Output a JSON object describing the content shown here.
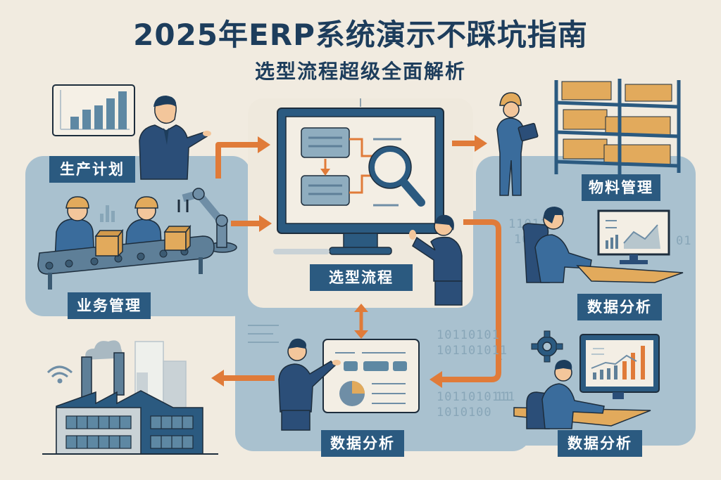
{
  "header": {
    "title": "2025年ERP系统演示不踩坑指南",
    "subtitle": "选型流程超级全面解析"
  },
  "sections": [
    {
      "id": "production-planning",
      "label": "生产计划"
    },
    {
      "id": "business-management",
      "label": "业务管理"
    },
    {
      "id": "selection-process",
      "label": "选型流程"
    },
    {
      "id": "material-management",
      "label": "物料管理"
    },
    {
      "id": "data-analysis-1",
      "label": "数据分析"
    },
    {
      "id": "data-analysis-2",
      "label": "数据分析"
    },
    {
      "id": "data-analysis-3",
      "label": "数据分析"
    }
  ],
  "decor": {
    "binary_right_top": [
      "11011",
      "101"
    ],
    "binary_right_side": [
      "01"
    ],
    "binary_center": [
      "10110101",
      "101101011",
      "1011010111",
      "1010100"
    ],
    "binary_bottom_right": [
      "1",
      "11"
    ]
  },
  "colors": {
    "background": "#f1ebe0",
    "panel_blue": "#a9c1cf",
    "navy": "#1d3d5c",
    "label_blue": "#2b5a80",
    "accent_orange": "#e07b39",
    "box_tan": "#e2aa5c"
  },
  "icons": [
    "bar-chart-icon",
    "magnifier-icon",
    "gear-icon",
    "wifi-icon",
    "pie-chart-icon",
    "factory-icon",
    "robot-arm-icon",
    "conveyor-icon",
    "shelf-icon",
    "monitor-icon"
  ]
}
